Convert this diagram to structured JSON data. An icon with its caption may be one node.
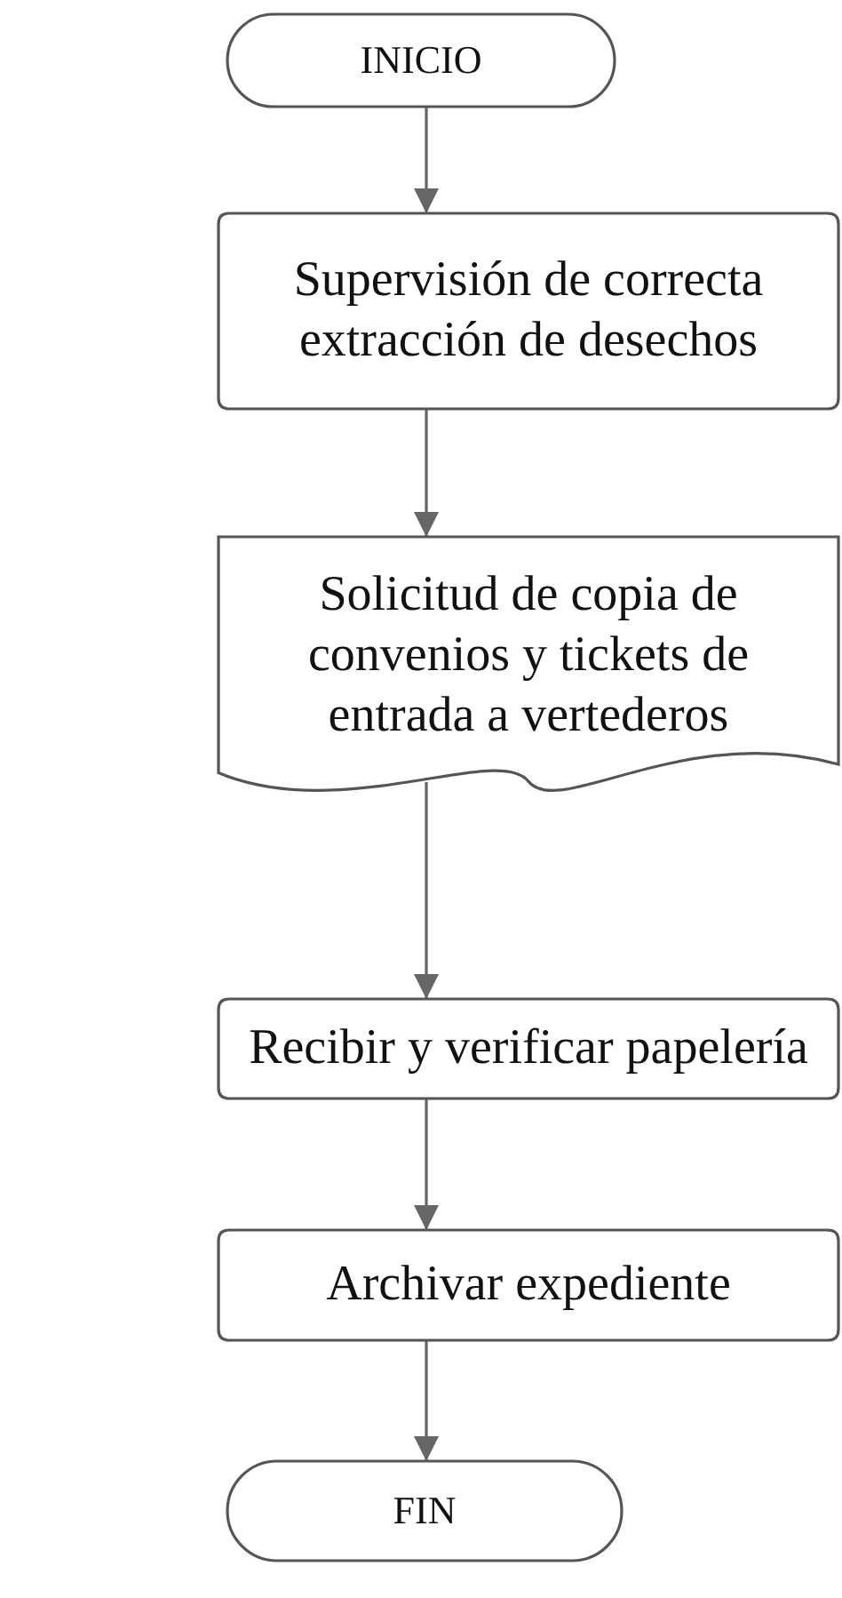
{
  "diagram": {
    "nodes": [
      {
        "text": [
          "INICIO"
        ]
      },
      {
        "text": [
          "Supervisión de correcta extracción de desechos"
        ]
      },
      {
        "text": [
          "Solicitud de copia de convenios y tickets de entrada a vertederos"
        ]
      },
      {
        "text": [
          "Recibir y verificar papelería"
        ]
      },
      {
        "text": [
          "Archivar expediente"
        ]
      },
      {
        "text": [
          "FIN"
        ]
      }
    ],
    "edges": [
      {
        "from": 0,
        "to": 1,
        "arrow": "to"
      },
      {
        "from": 1,
        "to": 2,
        "arrow": "to"
      },
      {
        "from": 2,
        "to": 3,
        "arrow": "to"
      },
      {
        "from": 3,
        "to": 4,
        "arrow": "to"
      },
      {
        "from": 4,
        "to": 5,
        "arrow": "to"
      }
    ]
  }
}
